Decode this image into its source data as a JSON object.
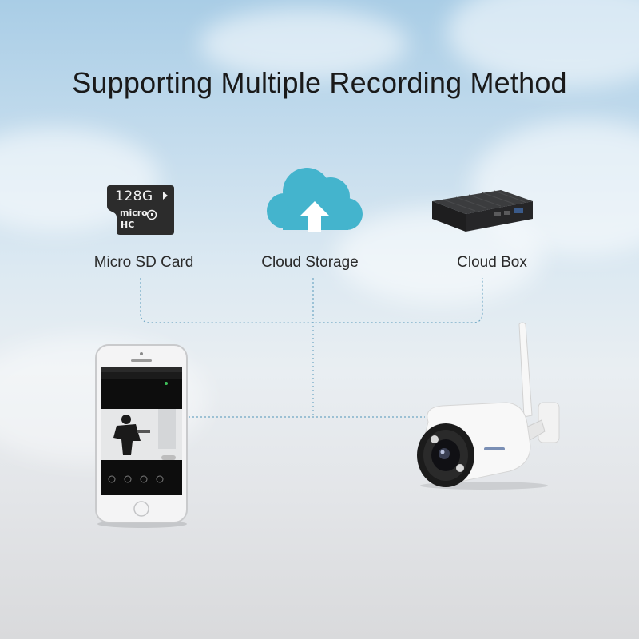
{
  "title": "Supporting Multiple Recording Method",
  "methods": [
    {
      "label": "Micro SD Card",
      "icon": "micro-sd-card-icon"
    },
    {
      "label": "Cloud Storage",
      "icon": "cloud-upload-icon"
    },
    {
      "label": "Cloud Box",
      "icon": "nvr-box-icon"
    }
  ],
  "sd_card": {
    "capacity": "128G",
    "brand_line1": "micro",
    "brand_line2": "HC"
  },
  "colors": {
    "cloud_icon": "#44b4cd",
    "dotted_line": "#6fa7c4",
    "title_text": "#1a1a1a"
  }
}
